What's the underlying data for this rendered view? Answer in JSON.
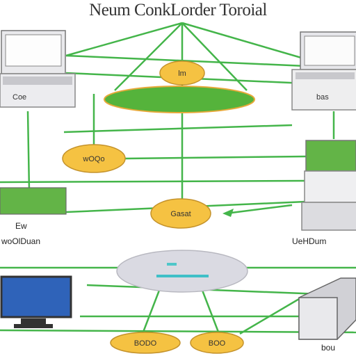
{
  "title": "Neum ConkLorder Toroial",
  "nodes": {
    "oval_top": "lm",
    "oval_left": "wOQo",
    "oval_center": "Gasat",
    "oval_gray_top": "",
    "oval_gray_bottom": "",
    "oval_bottom_left": "BODO",
    "oval_bottom_right": "BOO"
  },
  "labels": {
    "laptop_left": "Coe",
    "device_right": "bas",
    "left_small": "Ew",
    "left_long": "woOlDuan",
    "right_long": "UeHDum",
    "bottom_left": "",
    "bottom_right": "bou"
  },
  "colors": {
    "line": "#44b54a",
    "ellipse_green": "#55b33b",
    "oval_gold": "#f5c242",
    "gray_oval": "#d9d9e1"
  }
}
